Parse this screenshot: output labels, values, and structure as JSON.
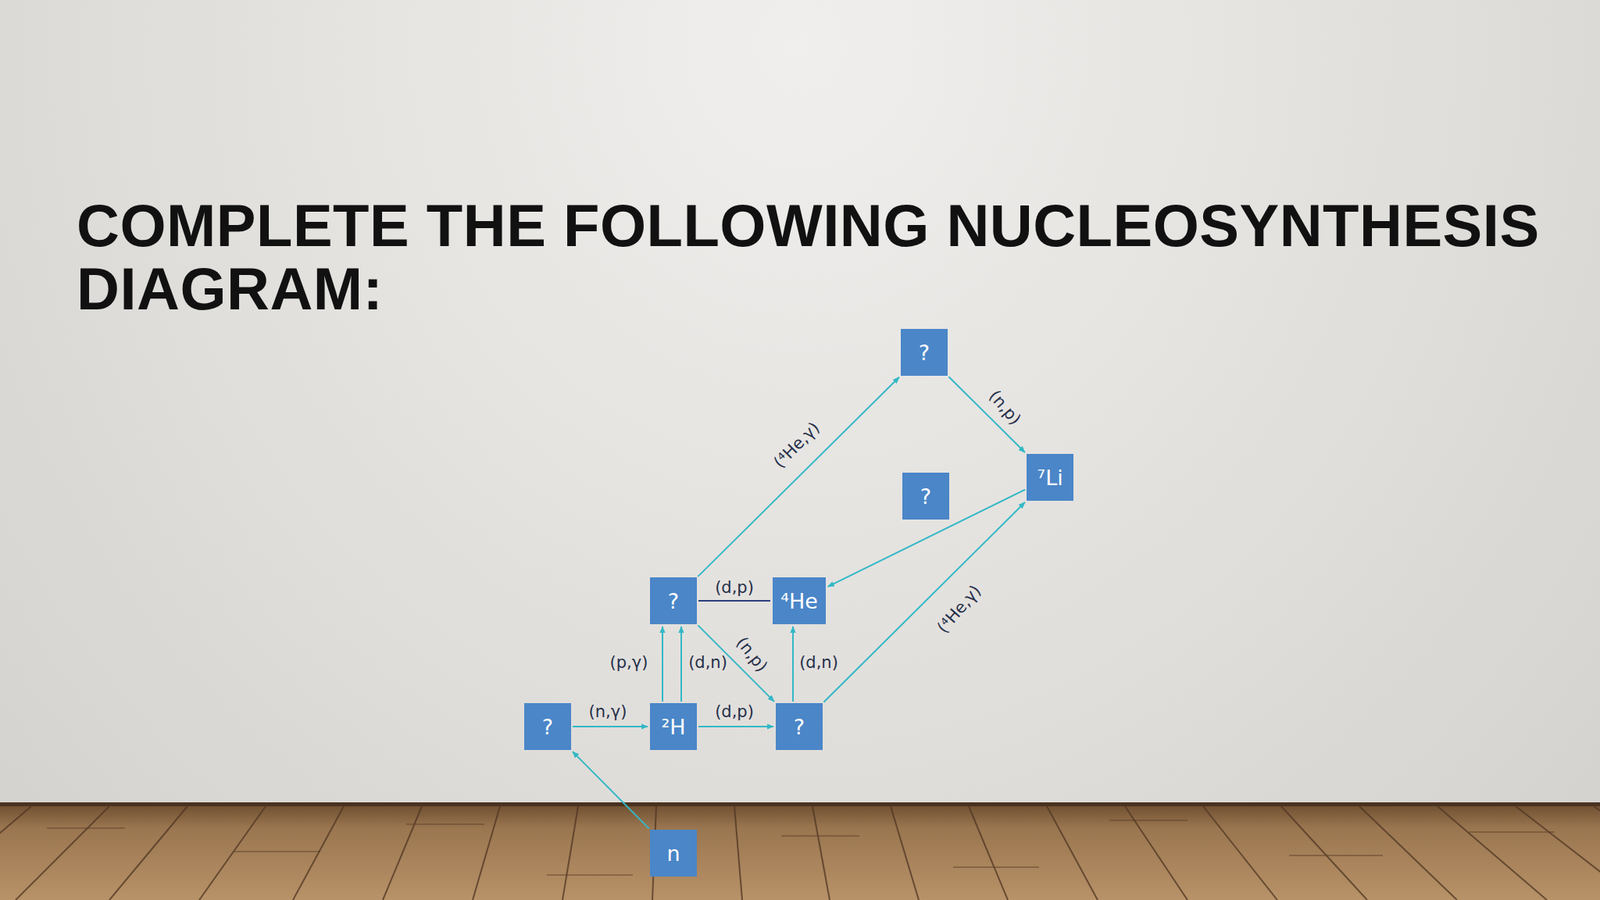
{
  "diagram": {
    "title": "COMPLETE THE FOLLOWING NUCLEOSYNTHESIS DIAGRAM:",
    "nodes": [
      {
        "text": [
          "?"
        ]
      },
      {
        "text": [
          "⁷Li"
        ]
      },
      {
        "text": [
          "?"
        ]
      },
      {
        "text": [
          "?"
        ]
      },
      {
        "text": [
          "⁴He"
        ]
      },
      {
        "text": [
          "?"
        ]
      },
      {
        "text": [
          "²H"
        ]
      },
      {
        "text": [
          "?"
        ]
      },
      {
        "text": [
          "n"
        ]
      }
    ],
    "edges": [
      {
        "from": 8,
        "to": 5,
        "arrow": "to"
      },
      {
        "from": 5,
        "to": 6,
        "label": "(n,γ)",
        "arrow": "to"
      },
      {
        "from": 6,
        "to": 7,
        "label": "(d,p)",
        "arrow": "to"
      },
      {
        "from": 6,
        "to": 3,
        "label": "(p,γ)",
        "arrow": "to"
      },
      {
        "from": 6,
        "to": 3,
        "label": "(d,n)",
        "arrow": "to"
      },
      {
        "from": 3,
        "to": 7,
        "label": "(n,p)",
        "arrow": "to"
      },
      {
        "from": 7,
        "to": 4,
        "label": "(d,n)",
        "arrow": "to"
      },
      {
        "from": 3,
        "to": 4,
        "label": "(d,p)",
        "arrow": "none"
      },
      {
        "from": 3,
        "to": 0,
        "label": "(⁴He,γ)",
        "arrow": "to"
      },
      {
        "from": 0,
        "to": 1,
        "label": "(n,p)",
        "arrow": "to"
      },
      {
        "from": 7,
        "to": 1,
        "label": "(⁴He,γ)",
        "arrow": "to"
      },
      {
        "from": 1,
        "to": 4,
        "arrow": "to"
      }
    ]
  }
}
